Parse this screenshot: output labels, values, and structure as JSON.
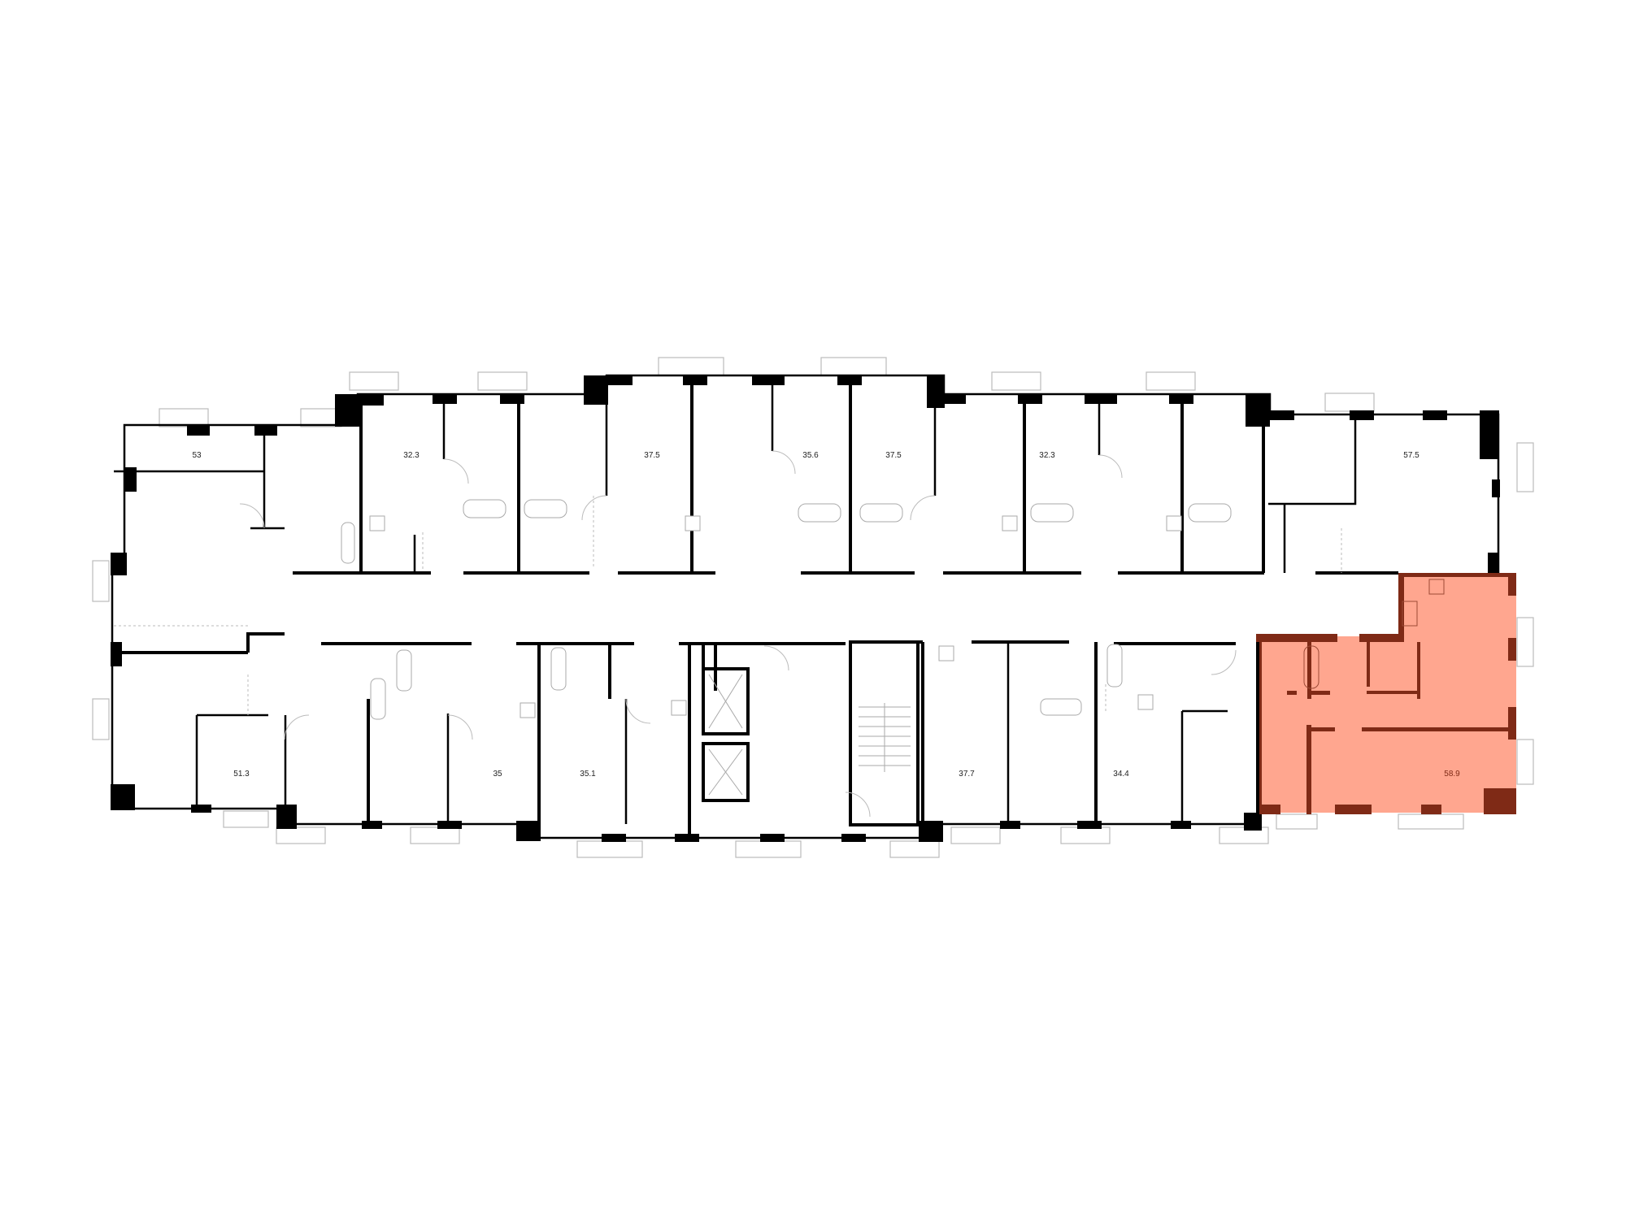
{
  "plan": {
    "highlight_color": "#FFA68F",
    "highlight_wall_color": "#7F2A16",
    "apartments_top": [
      {
        "id": "apt-53",
        "area": "53"
      },
      {
        "id": "apt-32-3-a",
        "area": "32.3"
      },
      {
        "id": "apt-37-5-a",
        "area": "37.5"
      },
      {
        "id": "apt-35-6",
        "area": "35.6"
      },
      {
        "id": "apt-37-5-b",
        "area": "37.5"
      },
      {
        "id": "apt-32-3-b",
        "area": "32.3"
      },
      {
        "id": "apt-57-5",
        "area": "57.5"
      }
    ],
    "apartments_bottom": [
      {
        "id": "apt-51-3",
        "area": "51.3"
      },
      {
        "id": "apt-35",
        "area": "35"
      },
      {
        "id": "apt-35-1",
        "area": "35.1"
      },
      {
        "id": "apt-37-7",
        "area": "37.7"
      },
      {
        "id": "apt-34-4",
        "area": "34.4"
      },
      {
        "id": "apt-58-9",
        "area": "58.9",
        "selected": true
      }
    ]
  }
}
